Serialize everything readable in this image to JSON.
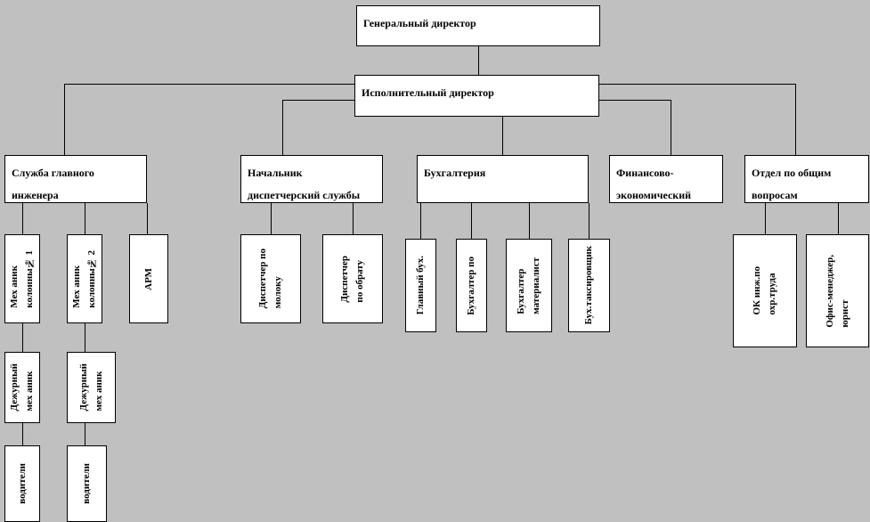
{
  "diagram": {
    "type": "org-chart",
    "background_color": "#c0c0c0",
    "node_fill_color": "#ffffff",
    "node_border_color": "#000000"
  },
  "nodes": {
    "general_director": {
      "label": "Генеральный директор"
    },
    "executive_director": {
      "label": "Исполнительный директор"
    },
    "chief_engineer_service": {
      "label": "Служба главного\nинженера"
    },
    "dispatch_head": {
      "label": "Начальник\nдиспетчерский службы"
    },
    "accounting": {
      "label": "Бухгалтерия"
    },
    "financial_economic": {
      "label": "Финансово-\nэкономический"
    },
    "general_affairs": {
      "label": "Отдел по общим\nвопросам"
    },
    "mechanic_column_1": {
      "label": "Мех аник\nколонны№ 1"
    },
    "mechanic_column_2": {
      "label": "Мех аник\nколонны№ 2"
    },
    "arm": {
      "label": "АРМ"
    },
    "dispatcher_milk": {
      "label": "Диспетчер по\nмолоку"
    },
    "dispatcher_obrat": {
      "label": "Диспетчер\nпо  обрату"
    },
    "chief_accountant": {
      "label": "Главный бух."
    },
    "accountant_po": {
      "label": "Бухгалтер по"
    },
    "accountant_materialist": {
      "label": "Бухгалтер\nматериалист"
    },
    "accountant_taxer": {
      "label": "Бух.таксировщик"
    },
    "ok_labor_safety": {
      "label": "ОК инж.по\nохр.труда"
    },
    "office_manager_lawyer": {
      "label": "Офис-менеджер,\nюрист"
    },
    "duty_mechanic_1": {
      "label": "Дежурный\nмех аник"
    },
    "duty_mechanic_2": {
      "label": "Дежурный\nмех аник"
    },
    "drivers_1": {
      "label": "водители"
    },
    "drivers_2": {
      "label": "водители"
    }
  }
}
